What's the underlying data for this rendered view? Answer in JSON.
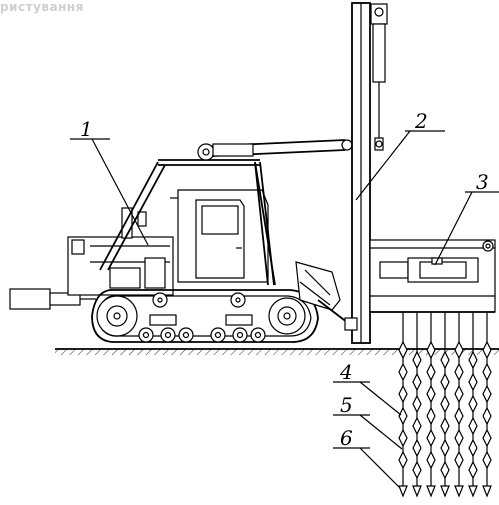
{
  "watermark": "ристування",
  "callouts": [
    {
      "label": "1"
    },
    {
      "label": "2"
    },
    {
      "label": "3"
    },
    {
      "label": "4"
    },
    {
      "label": "5"
    },
    {
      "label": "6"
    }
  ]
}
